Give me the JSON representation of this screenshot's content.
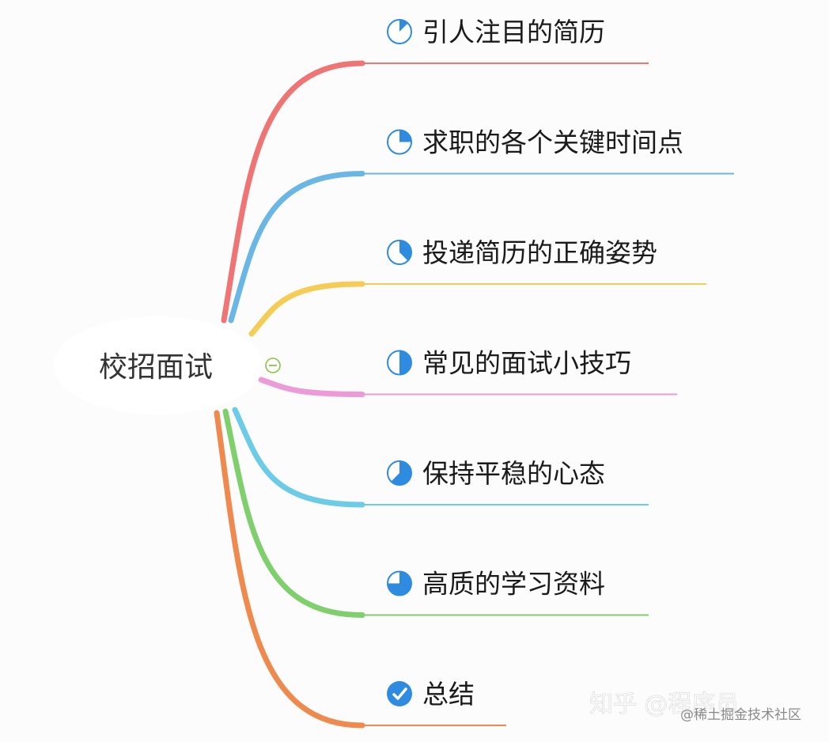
{
  "root": {
    "label": "校招面试"
  },
  "branches": [
    {
      "label": "引人注目的简历",
      "color": "#ef7474",
      "progress": 0.125
    },
    {
      "label": "求职的各个关键时间点",
      "color": "#6ab7e6",
      "progress": 0.25
    },
    {
      "label": "投递简历的正确姿势",
      "color": "#f5cc55",
      "progress": 0.375
    },
    {
      "label": "常见的面试小技巧",
      "color": "#ec9bd8",
      "progress": 0.5
    },
    {
      "label": "保持平稳的心态",
      "color": "#6ccbe6",
      "progress": 0.625
    },
    {
      "label": "高质的学习资料",
      "color": "#7fcf6c",
      "progress": 0.75
    },
    {
      "label": "总结",
      "color": "#ef8a4f",
      "progress": 1.0
    }
  ],
  "colors": {
    "progress_icon": "#2f8be0",
    "collapse_button": "#8bc34a"
  },
  "icons": {
    "progress": "progress-pie-icon",
    "complete": "check-circle-icon",
    "collapse": "collapse-minus-icon"
  },
  "watermark": {
    "primary": "知乎 @程序员",
    "secondary": "@稀土掘金技术社区"
  }
}
